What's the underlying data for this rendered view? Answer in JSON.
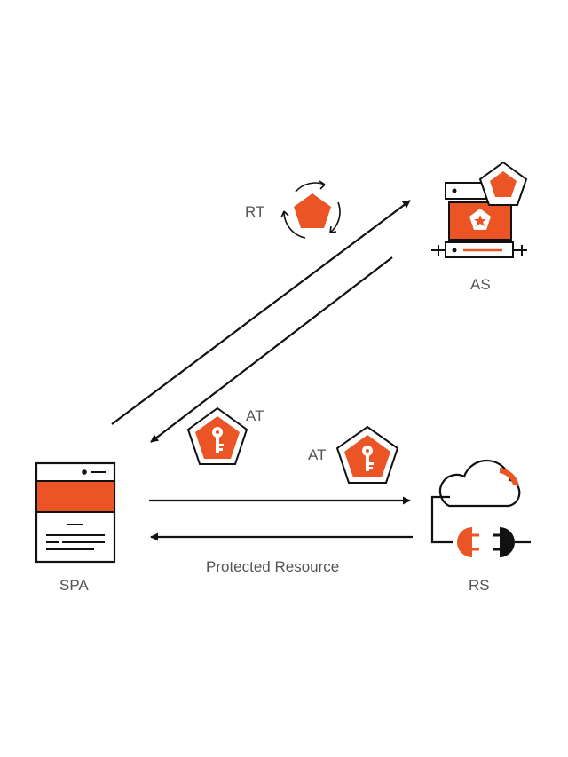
{
  "colors": {
    "accent": "#EB5424",
    "ink": "#111111",
    "label": "#555555",
    "background": "#ffffff"
  },
  "nodes": {
    "as": {
      "label": "AS",
      "icon": "authorization-server-icon"
    },
    "spa": {
      "label": "SPA",
      "icon": "browser-window-icon"
    },
    "rs": {
      "label": "RS",
      "icon": "cloud-plug-icon"
    }
  },
  "tokens": {
    "refresh_token": {
      "label": "RT",
      "icon": "refresh-token-pentagon-icon"
    },
    "access_token_from_as": {
      "label": "AT",
      "icon": "key-pentagon-icon"
    },
    "access_token_to_rs": {
      "label": "AT",
      "icon": "key-pentagon-icon"
    }
  },
  "flows": {
    "protected_resource": {
      "label": "Protected Resource"
    }
  }
}
